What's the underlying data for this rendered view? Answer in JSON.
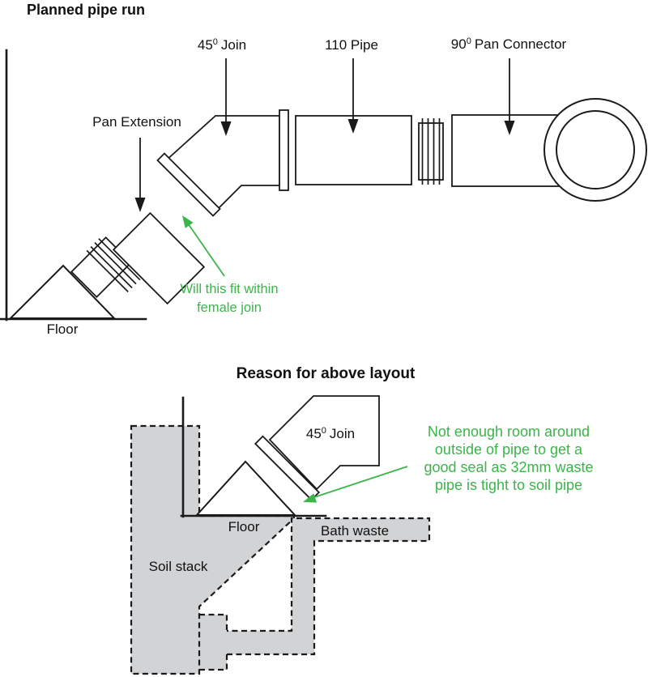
{
  "colors": {
    "green": "#3ab54a",
    "grey": "#d2d3d5",
    "ink": "#1a1a1a"
  },
  "d1": {
    "title": "Planned pipe run",
    "join45_num": "45",
    "join45_sup": "0",
    "join45_word": "Join",
    "pipe110": "110 Pipe",
    "pan_num": "90",
    "pan_sup": "0",
    "pan_word": "Pan Connector",
    "pan_extension": "Pan Extension",
    "floor": "Floor",
    "note_line1": "Will this fit within",
    "note_line2": "female join"
  },
  "d2": {
    "title": "Reason for above layout",
    "join45_num": "45",
    "join45_sup": "0",
    "join45_word": "Join",
    "floor": "Floor",
    "soil_stack": "Soil stack",
    "bath_waste": "Bath waste",
    "note_line1": "Not enough room around",
    "note_line2": "outside of pipe to get a",
    "note_line3": "good seal as 32mm waste",
    "note_line4": "pipe is tight to soil pipe"
  }
}
